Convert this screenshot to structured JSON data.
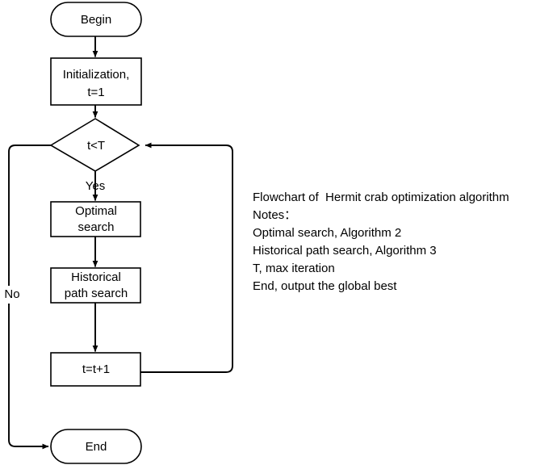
{
  "diagram": {
    "title_text": "Flowchart of  Hermit crab optimization algorithm",
    "nodes": {
      "begin": {
        "label": "Begin",
        "shape": "stadium"
      },
      "initialization": {
        "label_line1": "Initialization,",
        "label_line2": "t=1",
        "shape": "rectangle"
      },
      "condition": {
        "label": "t<T",
        "shape": "diamond"
      },
      "optimal_search": {
        "label_line1": "Optimal",
        "label_line2": "search",
        "shape": "rectangle"
      },
      "historical_path_search": {
        "label_line1": "Historical",
        "label_line2": "path search",
        "shape": "rectangle"
      },
      "increment": {
        "label": "t=t+1",
        "shape": "rectangle"
      },
      "end": {
        "label": "End",
        "shape": "stadium"
      }
    },
    "edge_labels": {
      "yes": "Yes",
      "no": "No"
    }
  },
  "notes": {
    "heading": "Notes：",
    "lines": [
      "Optimal search, Algorithm 2",
      "Historical path search, Algorithm 3",
      "T, max iteration",
      "End, output the global best"
    ]
  },
  "colors": {
    "stroke": "#000000",
    "fill": "#ffffff",
    "text": "#000000"
  }
}
